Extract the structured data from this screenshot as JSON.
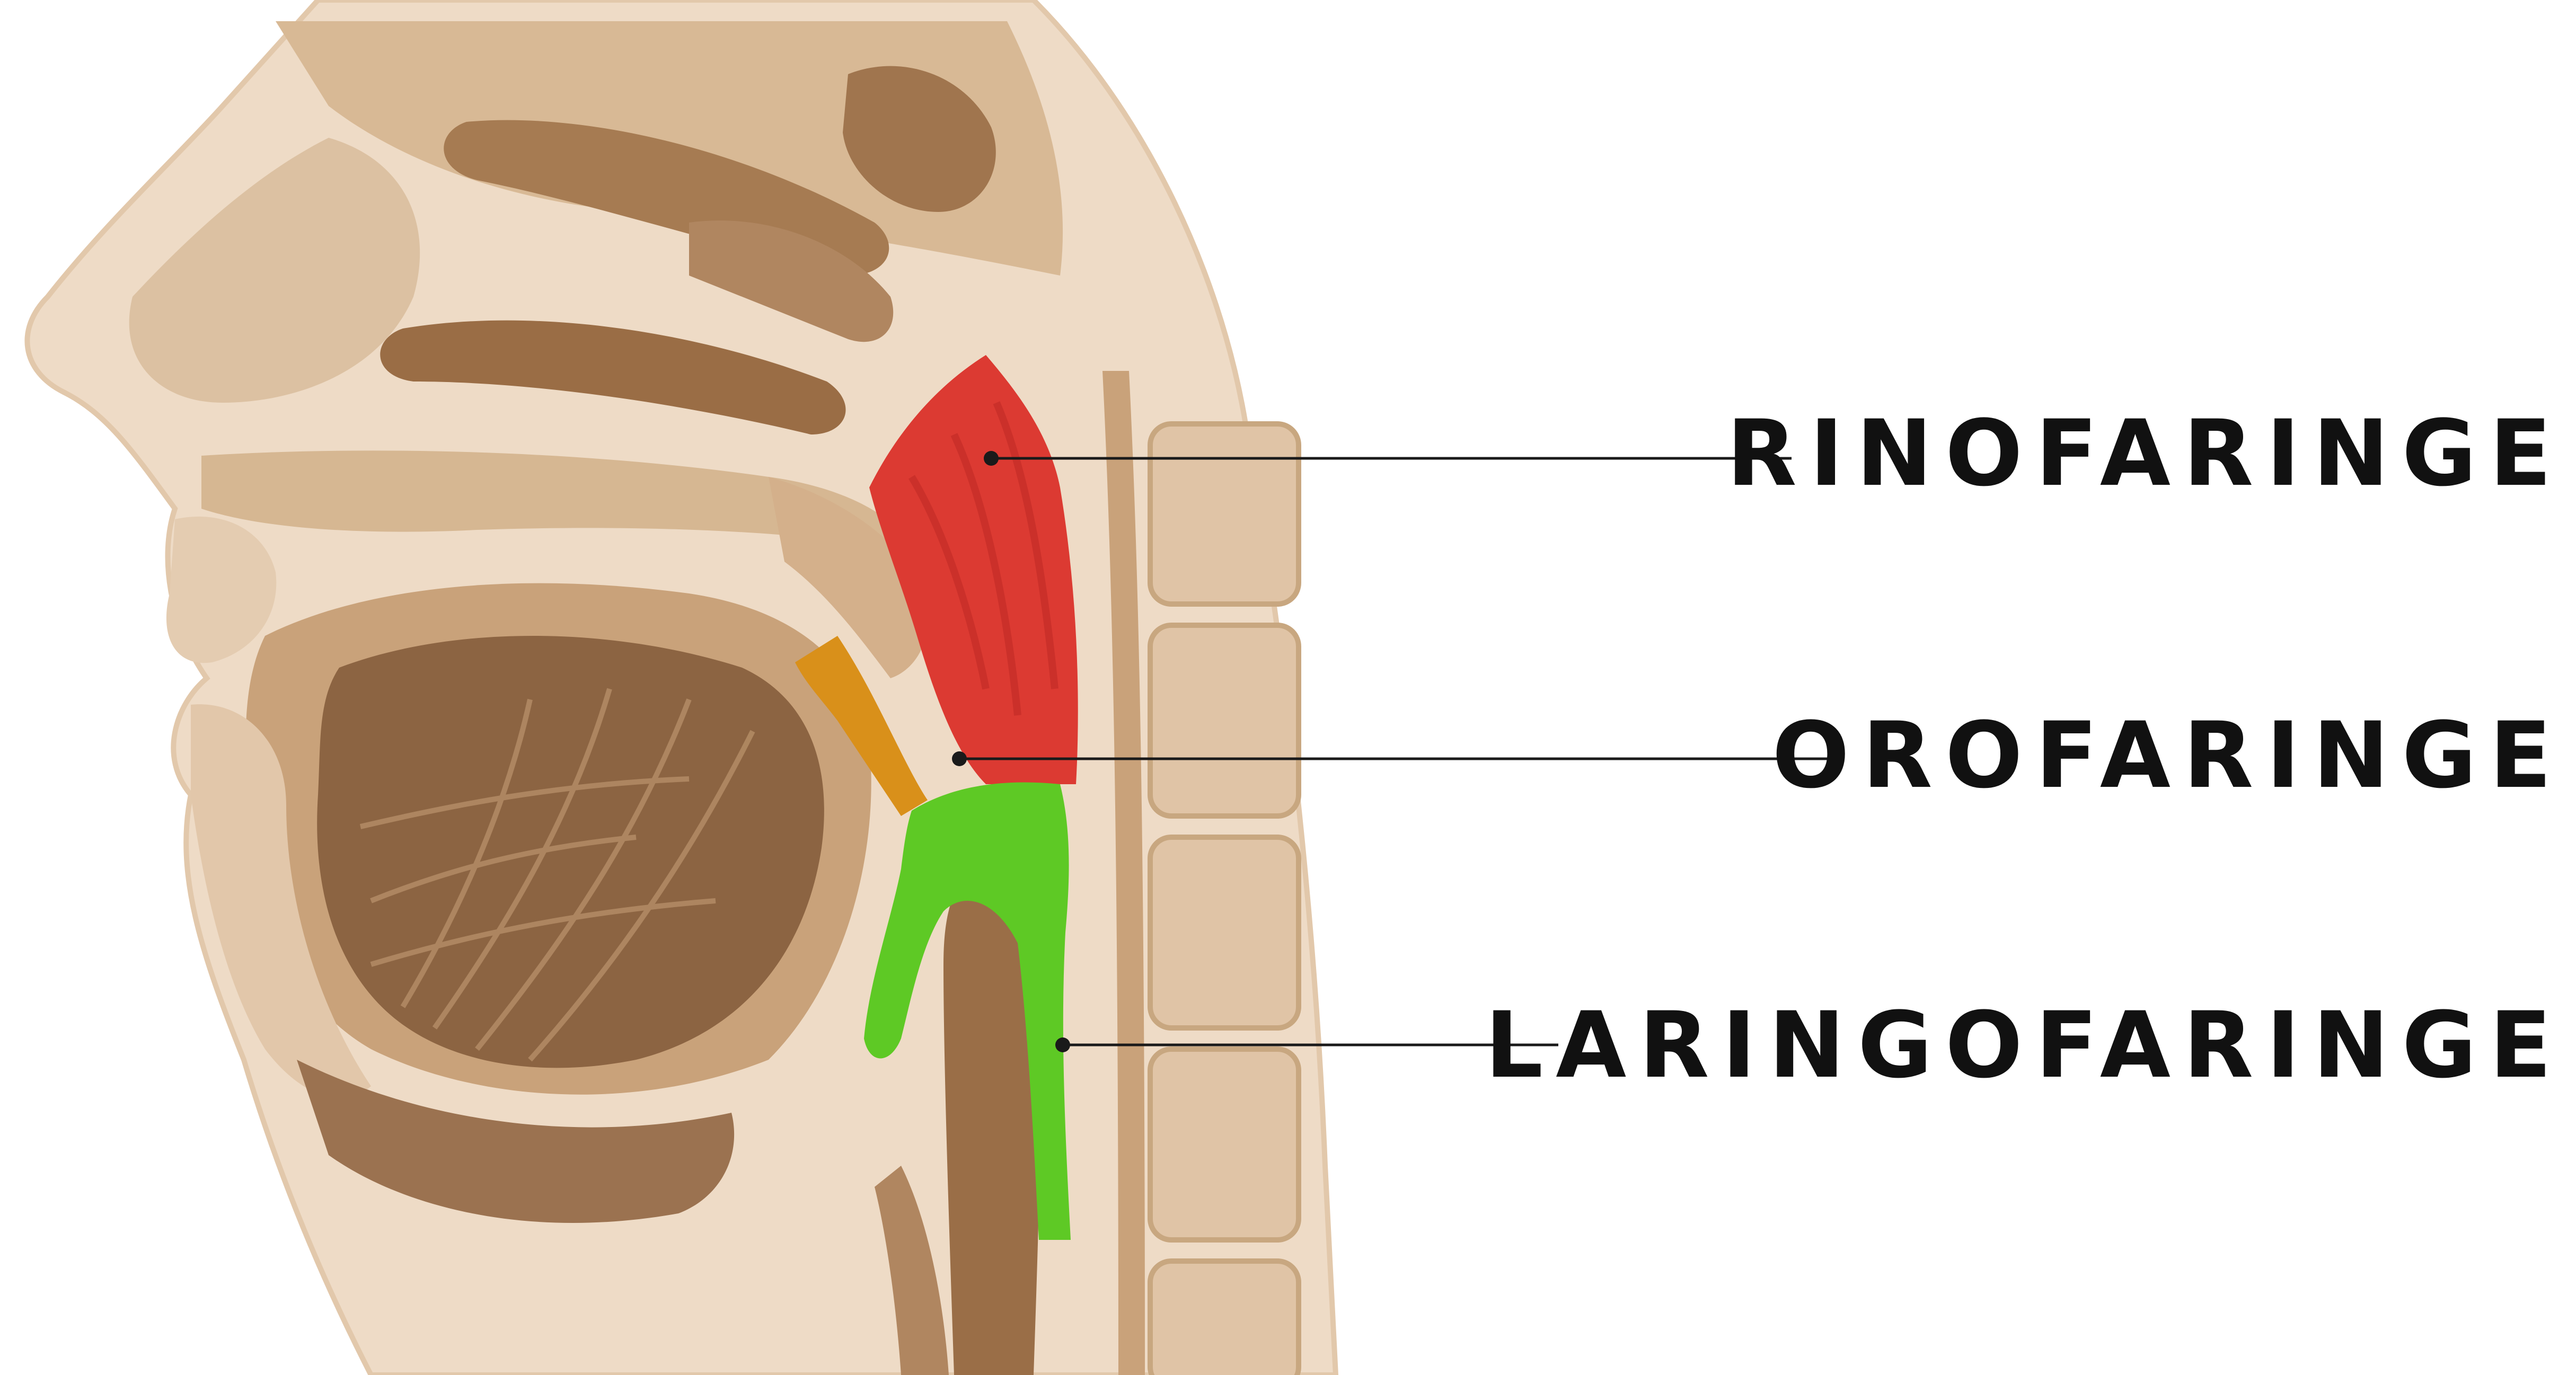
{
  "labels": {
    "rinofaringe": "RINOFARINGE",
    "orofaringe": "OROFARINGE",
    "laringofaringe": "LARINGOFARINGE"
  },
  "colors": {
    "rinofaringe": "#dc3a32",
    "orofaringe": "#d9901a",
    "laringofaringe": "#5ec925",
    "tissue_light": "#eedbc6",
    "tissue_mid": "#d9bb9a",
    "tissue_dark": "#8c6442",
    "leader_line": "#1a1a1a"
  }
}
